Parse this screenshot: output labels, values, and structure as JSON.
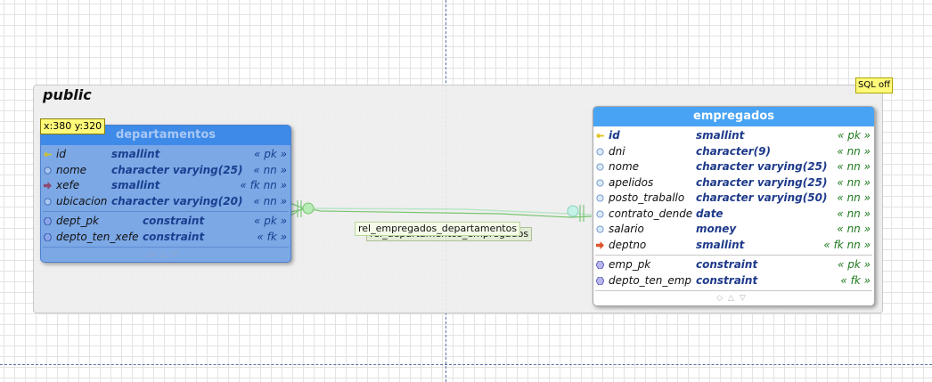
{
  "schema": {
    "name": "public",
    "sql_badge": "SQL off"
  },
  "cursor_badge": "x:380 y:320",
  "relationships": [
    {
      "label": "rel_empregados_departamentos"
    },
    {
      "label": "rel_departamentos_empregados"
    }
  ],
  "tables": {
    "departamentos": {
      "title": "departamentos",
      "columns": [
        {
          "name": "id",
          "type": "smallint",
          "constraint": "« pk »",
          "icon": "key-icon"
        },
        {
          "name": "nome",
          "type": "character varying(25)",
          "constraint": "« nn »",
          "icon": "column-icon"
        },
        {
          "name": "xefe",
          "type": "smallint",
          "constraint": "« fk nn »",
          "icon": "foreign-key-icon"
        },
        {
          "name": "ubicacion",
          "type": "character varying(20)",
          "constraint": "« nn »",
          "icon": "column-icon"
        }
      ],
      "constraints": [
        {
          "name": "dept_pk",
          "type": "constraint",
          "constraint": "« pk »"
        },
        {
          "name": "depto_ten_xefe",
          "type": "constraint",
          "constraint": "« fk »"
        }
      ],
      "footer": "◇△▽"
    },
    "empregados": {
      "title": "empregados",
      "columns": [
        {
          "name": "id",
          "type": "smallint",
          "constraint": "« pk »",
          "icon": "key-icon"
        },
        {
          "name": "dni",
          "type": "character(9)",
          "constraint": "« nn »",
          "icon": "column-icon"
        },
        {
          "name": "nome",
          "type": "character varying(25)",
          "constraint": "« nn »",
          "icon": "column-icon"
        },
        {
          "name": "apelidos",
          "type": "character varying(25)",
          "constraint": "« nn »",
          "icon": "column-icon"
        },
        {
          "name": "posto_traballo",
          "type": "character varying(50)",
          "constraint": "« nn »",
          "icon": "column-icon"
        },
        {
          "name": "contrato_dende",
          "type": "date",
          "constraint": "« nn »",
          "icon": "column-icon"
        },
        {
          "name": "salario",
          "type": "money",
          "constraint": "« nn »",
          "icon": "column-icon"
        },
        {
          "name": "deptno",
          "type": "smallint",
          "constraint": "« fk nn »",
          "icon": "foreign-key-icon"
        }
      ],
      "constraints": [
        {
          "name": "emp_pk",
          "type": "constraint",
          "constraint": "« pk »"
        },
        {
          "name": "depto_ten_emp",
          "type": "constraint",
          "constraint": "« fk »"
        }
      ],
      "footer": "◇△▽"
    }
  },
  "colors": {
    "relationship_line": "#8fd18f",
    "dept_header": "#3e8ae8",
    "emp_header": "#48a3f5"
  }
}
